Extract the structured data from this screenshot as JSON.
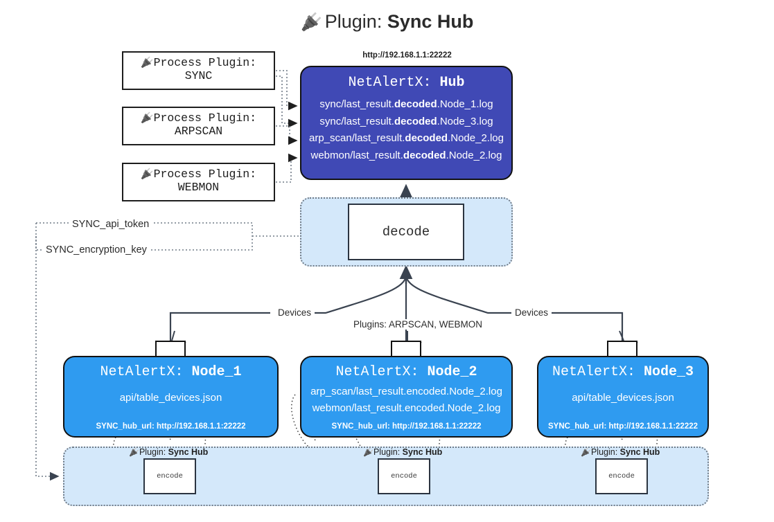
{
  "title": {
    "icon": "plug-icon",
    "prefix": "Plugin:",
    "name": "Sync Hub"
  },
  "process_plugins": [
    {
      "icon": "plug-icon",
      "line1": "Process Plugin:",
      "line2": "SYNC"
    },
    {
      "icon": "plug-icon",
      "line1": "Process Plugin:",
      "line2": "ARPSCAN"
    },
    {
      "icon": "plug-icon",
      "line1": "Process Plugin:",
      "line2": "WEBMON"
    }
  ],
  "hub": {
    "url": "http://192.168.1.1:22222",
    "title_prefix": "NetAlertX:",
    "title_name": "Hub",
    "logs": [
      {
        "pre": "sync/last_result.",
        "mid": "decoded",
        "post": ".Node_1.log"
      },
      {
        "pre": "sync/last_result.",
        "mid": "decoded",
        "post": ".Node_3.log"
      },
      {
        "pre": "arp_scan/last_result.",
        "mid": "decoded",
        "post": ".Node_2.log"
      },
      {
        "pre": "webmon/last_result.",
        "mid": "decoded",
        "post": ".Node_2.log"
      }
    ],
    "fill_color": "#4049b5"
  },
  "decode": {
    "label": "decode",
    "container_color": "#d4e8fa"
  },
  "tokens": {
    "api_token": "SYNC_api_token",
    "encryption_key": "SYNC_encryption_key"
  },
  "edge_labels": {
    "devices_left": "Devices",
    "devices_right": "Devices",
    "plugins_center": "Plugins: ARPSCAN, WEBMON"
  },
  "nodes": [
    {
      "title_prefix": "NetAlertX:",
      "title_name": "Node_1",
      "lines": [
        {
          "text": "api/table_devices.json"
        }
      ],
      "url_label": "SYNC_hub_url: http://192.168.1.1:22222",
      "fill_color": "#2f9bf0"
    },
    {
      "title_prefix": "NetAlertX:",
      "title_name": "Node_2",
      "lines": [
        {
          "text": "arp_scan/last_result.encoded.Node_2.log"
        },
        {
          "text": "webmon/last_result.encoded.Node_2.log"
        }
      ],
      "url_label": "SYNC_hub_url: http://192.168.1.1:22222",
      "fill_color": "#2f9bf0"
    },
    {
      "title_prefix": "NetAlertX:",
      "title_name": "Node_3",
      "lines": [
        {
          "text": "api/table_devices.json"
        }
      ],
      "url_label": "SYNC_hub_url: http://192.168.1.1:22222",
      "fill_color": "#2f9bf0"
    }
  ],
  "encode_sections": [
    {
      "plugin_prefix": "Plugin:",
      "plugin_name": "Sync Hub",
      "box_label": "encode"
    },
    {
      "plugin_prefix": "Plugin:",
      "plugin_name": "Sync Hub",
      "box_label": "encode"
    },
    {
      "plugin_prefix": "Plugin:",
      "plugin_name": "Sync Hub",
      "box_label": "encode"
    }
  ]
}
